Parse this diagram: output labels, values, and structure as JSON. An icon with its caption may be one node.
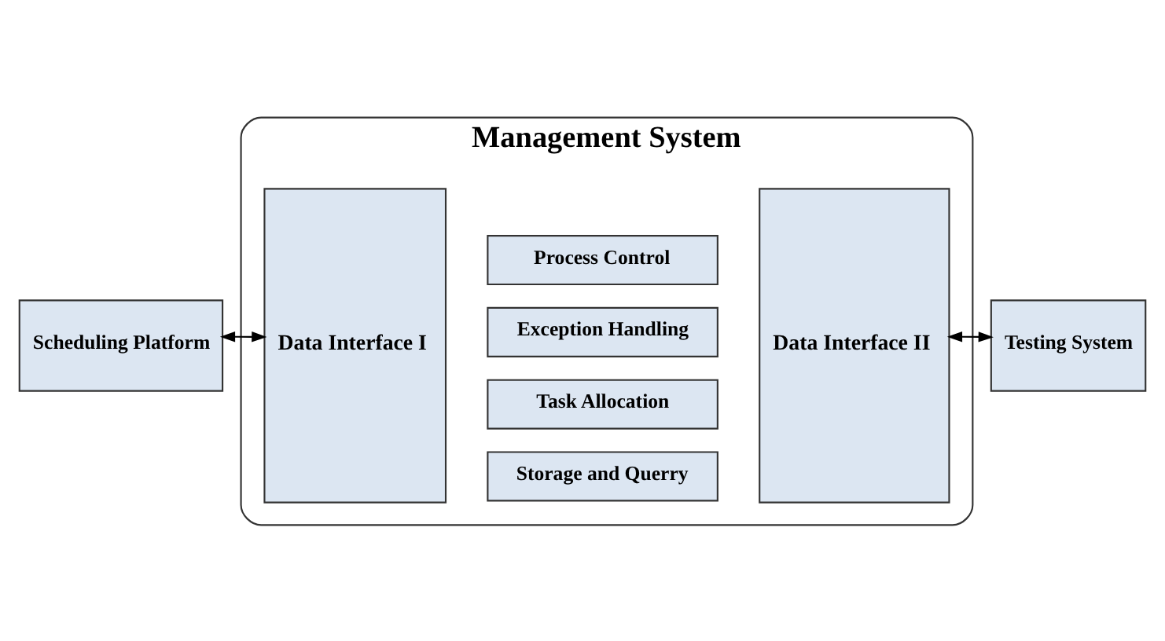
{
  "diagram": {
    "nodes": [
      {
        "text": [
          "Management System"
        ]
      },
      {
        "text": [
          "Data Interface I"
        ],
        "in": 0
      },
      {
        "text": [
          "Process Control"
        ],
        "in": 0
      },
      {
        "text": [
          "Exception Handling"
        ],
        "in": 0
      },
      {
        "text": [
          "Task Allocation"
        ],
        "in": 0
      },
      {
        "text": [
          "Storage and Querry"
        ],
        "in": 0
      },
      {
        "text": [
          "Data Interface II"
        ],
        "in": 0
      },
      {
        "text": [
          "Scheduling Platform"
        ]
      },
      {
        "text": [
          "Testing System"
        ]
      }
    ],
    "edges": [
      {
        "from": 7,
        "to": 1,
        "arrow": "both"
      },
      {
        "from": 6,
        "to": 8,
        "arrow": "both"
      }
    ]
  }
}
